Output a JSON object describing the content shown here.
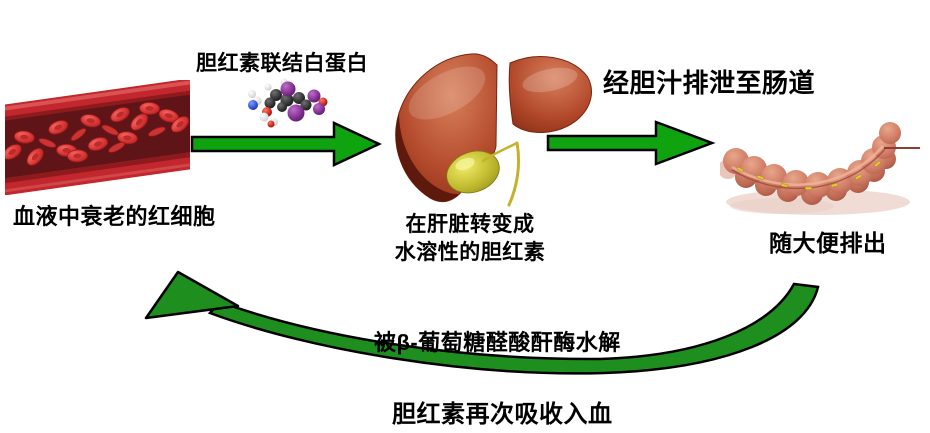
{
  "diagram": {
    "title_implicit": "胆红素肠肝循环示意图",
    "labels": {
      "albumin_binding": "胆红素联结白蛋白",
      "aged_rbc": "血液中衰老的红细胞",
      "liver_line1": "在肝脏转变成",
      "liver_line2": "水溶性的胆红素",
      "bile_excretion": "经胆汁排泄至肠道",
      "feces_excretion": "随大便排出",
      "hydrolysis": "被β-葡萄糖醛酸酐酶水解",
      "reabsorption": "胆红素再次吸收入血"
    },
    "illustrations": [
      {
        "name": "blood-vessel-illustration"
      },
      {
        "name": "albumin-molecule-illustration"
      },
      {
        "name": "liver-illustration"
      },
      {
        "name": "intestine-illustration"
      }
    ],
    "colors": {
      "arrow_green": "#10A310",
      "curved_arrow_green": "#1E8F1E",
      "arrow_outline": "#000000",
      "text": "#000000",
      "vessel_wall_red": "#C1272D",
      "vessel_lumen": "#5F1517",
      "rbc_red": "#D93636",
      "liver_red": "#AD4124",
      "gallbladder_yellow": "#C9C232",
      "intestine_pink": "#CE7A64"
    }
  }
}
